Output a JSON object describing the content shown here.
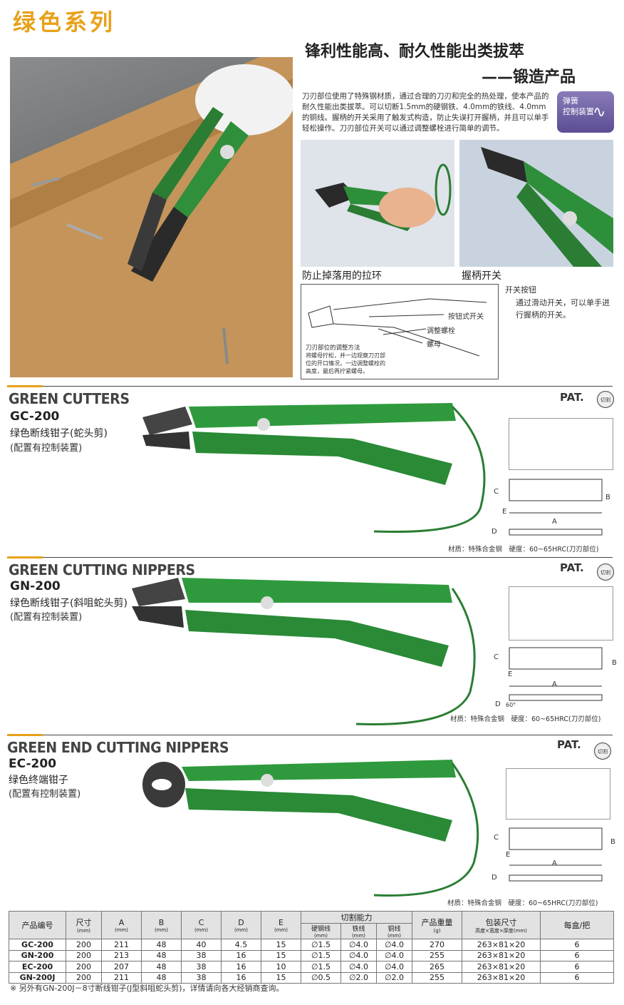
{
  "series_title": "绿色系列",
  "headline": {
    "line1": "锋利性能高、耐久性能出类拔萃",
    "line2": "——锻造产品"
  },
  "description": "刀刃部位使用了特殊钢材质，通过合理的刀刃和完全的热处理，使本产品的耐久性能出类拔萃。可以切断1.5mm的硬钢铁、4.0mm的铁线、4.0mm的铜线。握柄的开关采用了触发式构造，防止失误打开握柄，并且可以单手轻松操作。刀刃部位开关可以通过调整螺栓进行简单的调节。",
  "badge": {
    "line1": "弹簧",
    "line2": "控制装置"
  },
  "features": {
    "left_caption": "防止掉落用的拉环",
    "right_caption": "握柄开关",
    "switch_label": "开关按钮",
    "switch_note": "通过滑动开关，可以单手进行握柄的开关。"
  },
  "diagram": {
    "label_switch": "按钮式开关",
    "label_bolt": "调整螺栓",
    "label_nut": "螺母",
    "adjust_title": "刀刃部位的调整方法",
    "adjust_text": "将螺母拧松，并一边观察刀刃部位的开口情况，一边调整螺栓的高度，最后再拧紧螺母。"
  },
  "products": [
    {
      "heading": "GREEN CUTTERS",
      "model": "GC-200",
      "name": "绿色断线钳子(蛇头剪)",
      "sub": "(配置有控制装置)",
      "pat": "PAT.",
      "icon": "切割",
      "material": "材质：特殊合金钢　硬度：60~65HRC(刀刃部位)"
    },
    {
      "heading": "GREEN CUTTING NIPPERS",
      "model": "GN-200",
      "name": "绿色断线钳子(斜咀蛇头剪)",
      "sub": "(配置有控制装置)",
      "pat": "PAT.",
      "icon": "切割",
      "material": "材质：特殊合金钢　硬度：60~65HRC(刀刃部位)"
    },
    {
      "heading": "GREEN END CUTTING NIPPERS",
      "model": "EC-200",
      "name": "绿色终端钳子",
      "sub": "(配置有控制装置)",
      "pat": "PAT.",
      "icon": "切割",
      "material": "材质：特殊合金钢　硬度：60~65HRC(刀刃部位)"
    }
  ],
  "dim_letters": {
    "a": "A",
    "b": "B",
    "c": "C",
    "d": "D",
    "e": "E",
    "angle": "60°"
  },
  "table": {
    "headers": {
      "model": "产品编号",
      "size": "尺寸",
      "size_unit": "(mm)",
      "a": "A",
      "a_unit": "(mm)",
      "b": "B",
      "b_unit": "(mm)",
      "c": "C",
      "c_unit": "(mm)",
      "d": "D",
      "d_unit": "(mm)",
      "e": "E",
      "e_unit": "(mm)",
      "capacity": "切割能力",
      "hard": "硬钢线",
      "hard_unit": "(mm)",
      "iron": "铁线",
      "iron_unit": "(mm)",
      "copper": "铜线",
      "copper_unit": "(mm)",
      "weight": "产品重量",
      "weight_unit": "(g)",
      "pack": "包装尺寸",
      "pack_unit": "高度×宽度×厚度(mm)",
      "per_box": "每盒/把"
    },
    "rows": [
      [
        "GC-200",
        "200",
        "211",
        "48",
        "40",
        "4.5",
        "15",
        "∅1.5",
        "∅4.0",
        "∅4.0",
        "270",
        "263×81×20",
        "6"
      ],
      [
        "GN-200",
        "200",
        "213",
        "48",
        "38",
        "16",
        "15",
        "∅1.5",
        "∅4.0",
        "∅4.0",
        "255",
        "263×81×20",
        "6"
      ],
      [
        "EC-200",
        "200",
        "207",
        "48",
        "38",
        "16",
        "10",
        "∅1.5",
        "∅4.0",
        "∅4.0",
        "265",
        "263×81×20",
        "6"
      ],
      [
        "GN-200J",
        "200",
        "211",
        "48",
        "38",
        "16",
        "15",
        "∅0.5",
        "∅2.0",
        "∅2.0",
        "255",
        "263×81×20",
        "6"
      ]
    ]
  },
  "footnote": "※ 另外有GN-200J－8寸断线钳子(J型斜咀蛇头剪)，详情请向各大经销商查询。"
}
